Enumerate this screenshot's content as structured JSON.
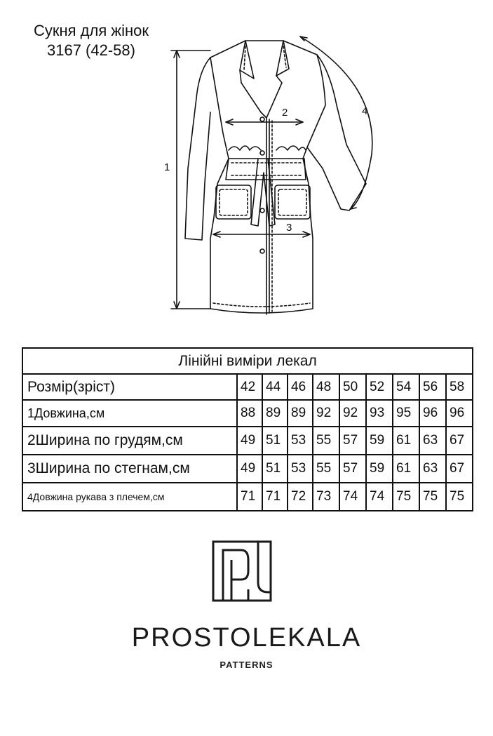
{
  "product": {
    "name": "Сукня для жінок",
    "code": "3167 (42-58)"
  },
  "sketch": {
    "labels": [
      "1",
      "2",
      "3",
      "4"
    ]
  },
  "table": {
    "caption": "Лінійні виміри лекал",
    "header_label": "Розмір(зріст)",
    "sizes": [
      "42",
      "44",
      "46",
      "48",
      "50",
      "52",
      "54",
      "56",
      "58"
    ],
    "rows": [
      {
        "label": "1Довжина,см",
        "values": [
          "88",
          "89",
          "89",
          "92",
          "92",
          "93",
          "95",
          "96",
          "96"
        ]
      },
      {
        "label": "2Ширина по грудям,см",
        "values": [
          "49",
          "51",
          "53",
          "55",
          "57",
          "59",
          "61",
          "63",
          "67"
        ]
      },
      {
        "label": "3Ширина по стегнам,см",
        "values": [
          "49",
          "51",
          "53",
          "55",
          "57",
          "59",
          "61",
          "63",
          "67"
        ]
      },
      {
        "label": "4Довжина рукава з плечем,см",
        "values": [
          "71",
          "71",
          "72",
          "73",
          "74",
          "74",
          "75",
          "75",
          "75"
        ]
      }
    ]
  },
  "brand": {
    "name": "PROSTOLEKALA",
    "tagline": "PATTERNS"
  }
}
